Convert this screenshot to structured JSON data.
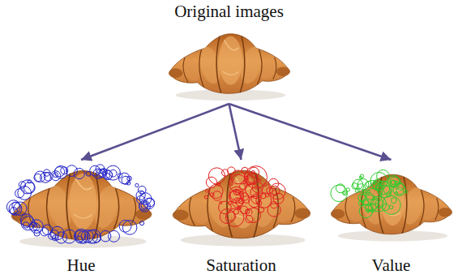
{
  "diagram": {
    "nodes": [
      {
        "text": [
          "Original images"
        ]
      },
      {
        "text": [
          "Hue"
        ]
      },
      {
        "text": [
          "Saturation"
        ]
      },
      {
        "text": [
          "Value"
        ]
      }
    ],
    "edges": [
      {
        "from": 0,
        "to": 1,
        "arrow": "to"
      },
      {
        "from": 0,
        "to": 2,
        "arrow": "to"
      },
      {
        "from": 0,
        "to": 3,
        "arrow": "to"
      }
    ]
  }
}
